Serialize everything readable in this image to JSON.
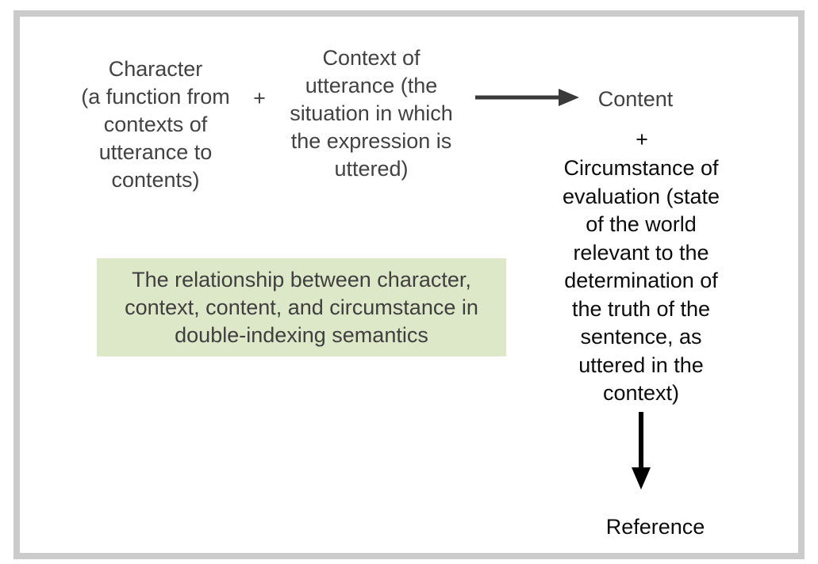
{
  "colors": {
    "frame_border": "#cbcbcb",
    "caption_background": "#dde8c8",
    "term_text_gray": "#424242",
    "term_text_black": "#0d0d0d",
    "right_arrow": "#3a3a3a",
    "down_arrow": "#000000"
  },
  "terms": {
    "character": "Character\n(a function from\ncontexts of\nutterance to\ncontents)",
    "plus_top": "+",
    "context": "Context of\nutterance (the\nsituation in which\nthe expression is\nuttered)",
    "content": "Content",
    "plus_right": "+",
    "circumstance": "Circumstance of\nevaluation (state\nof the world\nrelevant to the\ndetermination of\nthe truth of the\nsentence, as\nuttered in the\ncontext)",
    "reference": "Reference"
  },
  "caption": {
    "text": "The relationship between character,\ncontext, content, and circumstance in\ndouble-indexing semantics"
  },
  "icons": {
    "right_arrow": "right-arrow-icon",
    "down_arrow": "down-arrow-icon"
  }
}
